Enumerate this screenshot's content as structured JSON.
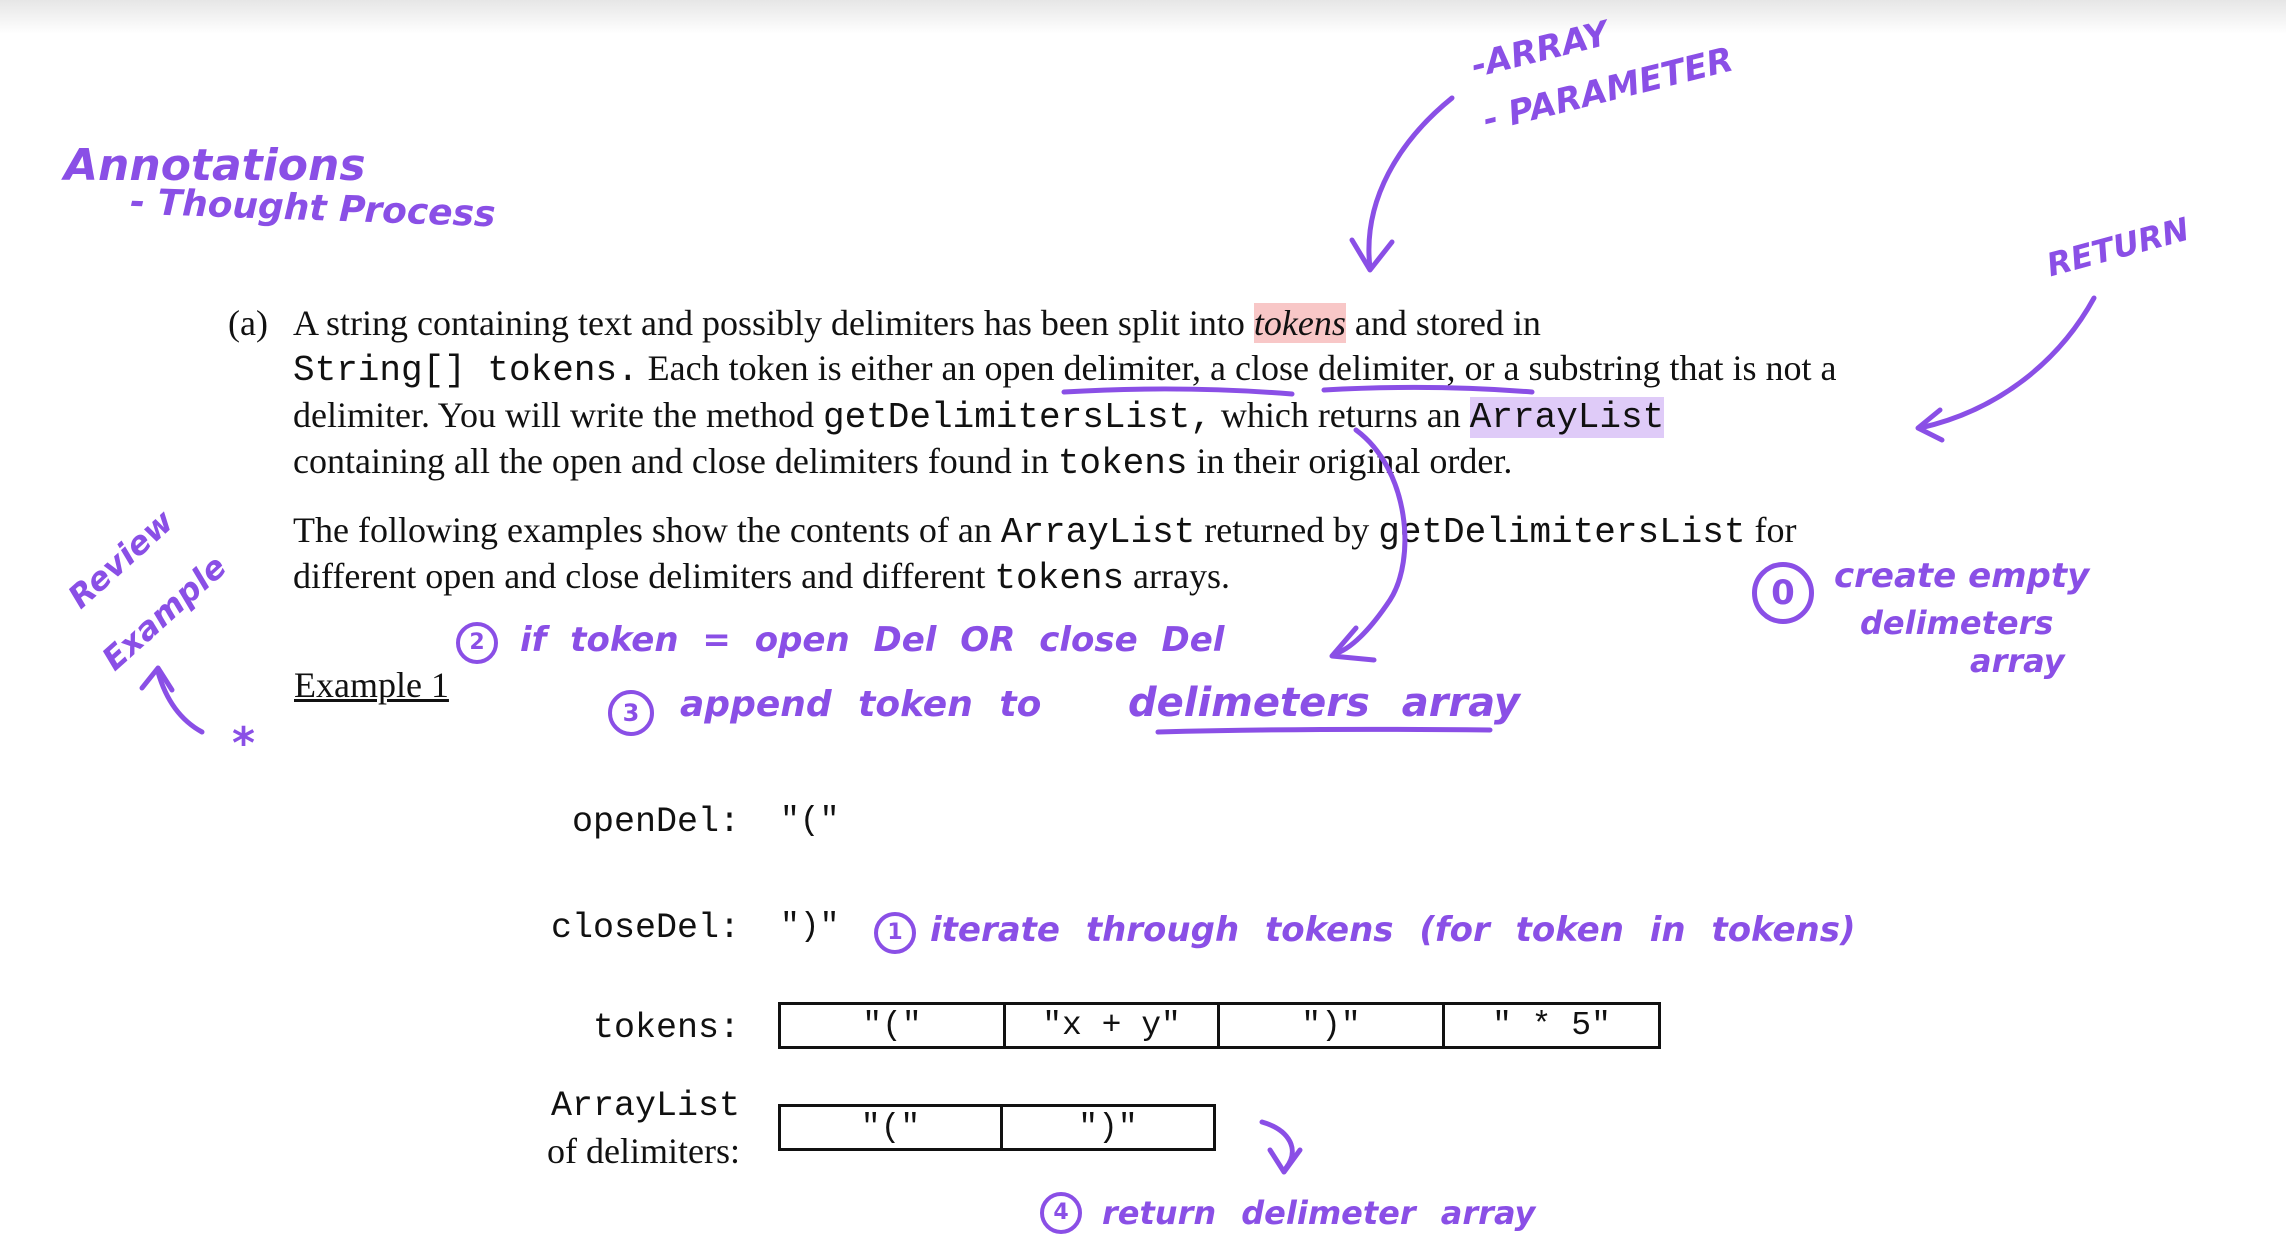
{
  "annotations": {
    "title": "Annotations",
    "subtitle": "- Thought Process",
    "array_param_1": "-ARRAY",
    "array_param_2": "- PARAMETER",
    "return_note": "RETURN",
    "review_1": "Review",
    "review_2": "Example",
    "step0_num": "0",
    "step0_l1": "create empty",
    "step0_l2": "delimeters",
    "step0_l3": "array",
    "step2_num": "2",
    "step2_text": "if token = open Del OR close Del",
    "step3_num": "3",
    "step3_text": "append token to",
    "step3_target": "delimeters array",
    "step1_num": "1",
    "step1_text": "iterate through tokens (for token in tokens)",
    "step4_num": "4",
    "step4_text": "return delimeter array",
    "star": "*",
    "ink_color": "#8a4fe6"
  },
  "problem": {
    "part_label": "(a)",
    "p1_l1_a": "A string containing text and possibly delimiters has been split into ",
    "p1_l1_em": "tokens",
    "p1_l1_b": " and stored in",
    "p1_l2_code": "String[] tokens.",
    "p1_l2_a": " Each token is either an ",
    "p1_l2_open": "open delimiter",
    "p1_l2_b": ", a ",
    "p1_l2_close": "close delimiter",
    "p1_l2_c": ", or a substring that is not a",
    "p1_l3_a": "delimiter. You will write the method ",
    "p1_l3_code1": "getDelimitersList,",
    "p1_l3_b": " which returns an ",
    "p1_l3_code2": "ArrayList",
    "p1_l4_a": "containing all the open and close delimiters found in ",
    "p1_l4_code": "tokens",
    "p1_l4_b": " in their original order.",
    "p2_l1_a": "The following examples show the contents of an ",
    "p2_l1_code1": "ArrayList",
    "p2_l1_b": " returned by ",
    "p2_l1_code2": "getDelimitersList",
    "p2_l1_c": " for",
    "p2_l2_a": "different open and close delimiters and different ",
    "p2_l2_code": "tokens",
    "p2_l2_b": " arrays.",
    "example_heading": "Example 1"
  },
  "example": {
    "open_label": "openDel:",
    "open_value": "\"(\"",
    "close_label": "closeDel:",
    "close_value": "\")\"",
    "tokens_label": "tokens:",
    "tokens": [
      "\"(\"",
      "\"x + y\"",
      "\")\"",
      "\" * 5\""
    ],
    "list_label_1": "ArrayList",
    "list_label_2": "of delimiters:",
    "delimiters": [
      "\"(\"",
      "\")\""
    ]
  }
}
